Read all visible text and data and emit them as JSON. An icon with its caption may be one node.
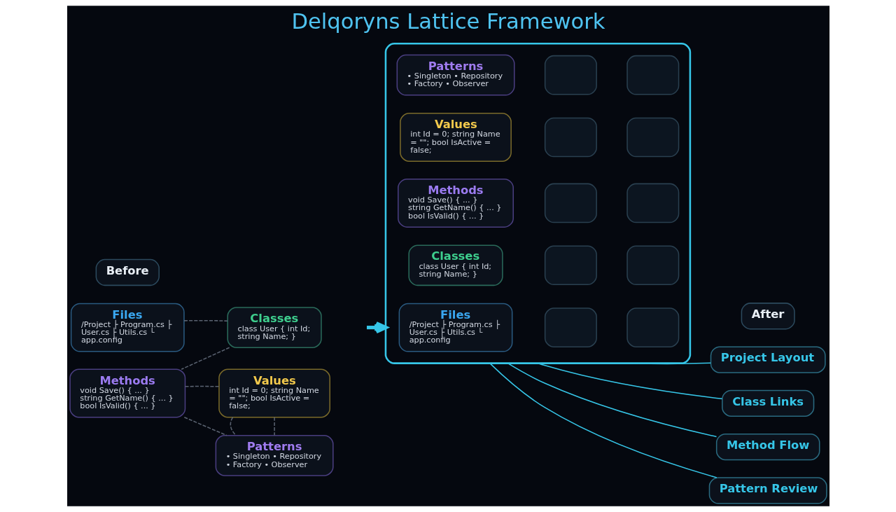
{
  "diagram": {
    "title": "Delqoryns Lattice Framework",
    "nodes": [
      {
        "text": [
          "Before"
        ]
      },
      {
        "text": [
          "After"
        ]
      },
      {
        "text": [
          "Files",
          "/Project ├ Program.cs ├ User.cs ├ Utils.cs └ app.config"
        ]
      },
      {
        "text": [
          "Classes",
          "class User { int Id; string Name; }"
        ]
      },
      {
        "text": [
          "Methods",
          "void Save() { ... } string GetName() { ... } bool IsValid() { ... }"
        ]
      },
      {
        "text": [
          "Values",
          "int Id = 0; string Name = \"\"; bool IsActive = false;"
        ]
      },
      {
        "text": [
          "Patterns",
          "• Singleton • Repository • Factory • Observer"
        ]
      },
      {
        "text": [],
        "shape": "box"
      },
      {
        "text": [
          "Files",
          "/Project ├ Program.cs ├ User.cs ├ Utils.cs └ app.config"
        ],
        "in": 7
      },
      {
        "text": [
          "Classes",
          "class User { int Id; string Name; }"
        ],
        "in": 7
      },
      {
        "text": [
          "Methods",
          "void Save() { ... } string GetName() { ... } bool IsValid() { ... }"
        ],
        "in": 7
      },
      {
        "text": [
          "Values",
          "int Id = 0; string Name = \"\"; bool IsActive = false;"
        ],
        "in": 7
      },
      {
        "text": [
          "Patterns",
          "• Singleton • Repository • Factory • Observer"
        ],
        "in": 7
      },
      {
        "text": [],
        "shape": "box",
        "in": 7
      },
      {
        "text": [],
        "shape": "box",
        "in": 7
      },
      {
        "text": [],
        "shape": "box",
        "in": 7
      },
      {
        "text": [],
        "shape": "box",
        "in": 7
      },
      {
        "text": [],
        "shape": "box",
        "in": 7
      },
      {
        "text": [],
        "shape": "box",
        "in": 7
      },
      {
        "text": [],
        "shape": "box",
        "in": 7
      },
      {
        "text": [],
        "shape": "box",
        "in": 7
      },
      {
        "text": [],
        "shape": "box",
        "in": 7
      },
      {
        "text": [],
        "shape": "box",
        "in": 7
      },
      {
        "text": [
          "Project Layout"
        ]
      },
      {
        "text": [
          "Class Links"
        ]
      },
      {
        "text": [
          "Method Flow"
        ]
      },
      {
        "text": [
          "Pattern Review"
        ]
      }
    ],
    "edges": [
      {
        "from": 2,
        "to": 3,
        "arrow": "none",
        "style": "dashed"
      },
      {
        "from": 3,
        "to": 4,
        "arrow": "none",
        "style": "dashed"
      },
      {
        "from": 4,
        "to": 5,
        "arrow": "none",
        "style": "dashed"
      },
      {
        "from": 5,
        "to": 6,
        "arrow": "none",
        "style": "dashed"
      },
      {
        "from": 4,
        "to": 6,
        "arrow": "none",
        "style": "dashed"
      },
      {
        "from": 5,
        "to": 6,
        "arrow": "none",
        "style": "dashed"
      },
      {
        "from": null,
        "to": 7,
        "arrow": "to",
        "style": "thick",
        "color": "#36c6e8"
      },
      {
        "from": 7,
        "to": 23,
        "arrow": "none",
        "color": "#36c6e8"
      },
      {
        "from": 7,
        "to": 24,
        "arrow": "none",
        "color": "#36c6e8"
      },
      {
        "from": 7,
        "to": 25,
        "arrow": "none",
        "color": "#36c6e8"
      },
      {
        "from": 7,
        "to": 26,
        "arrow": "none",
        "color": "#36c6e8"
      }
    ]
  }
}
